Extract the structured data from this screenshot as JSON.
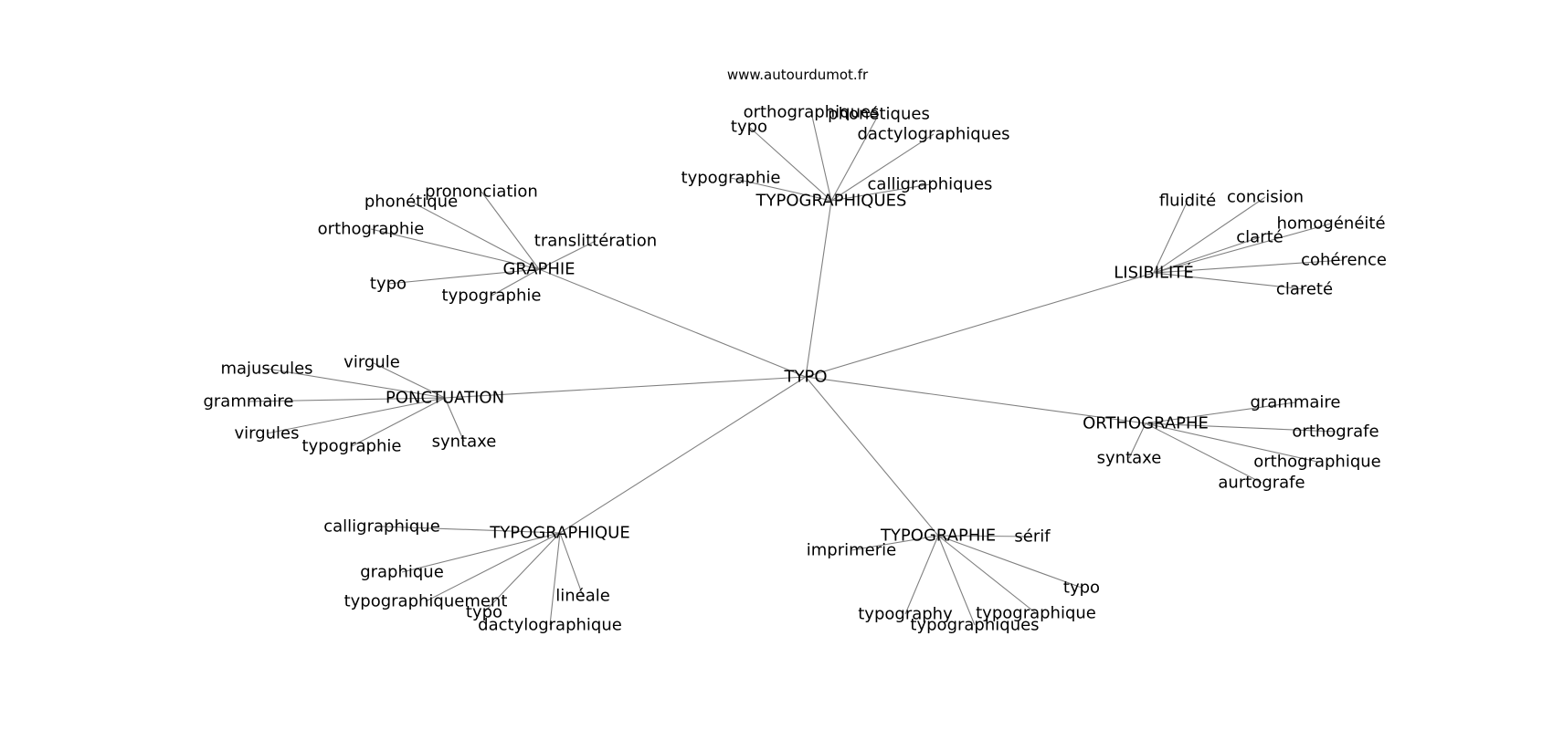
{
  "source": "www.autourdumot.fr",
  "root": {
    "label": "TYPO"
  },
  "groups": [
    {
      "label": "TYPOGRAPHIQUES",
      "children": [
        "orthographiques",
        "phonétiques",
        "typo",
        "dactylographiques",
        "typographie",
        "calligraphiques"
      ]
    },
    {
      "label": "GRAPHIE",
      "children": [
        "prononciation",
        "phonétique",
        "orthographie",
        "translittération",
        "typo",
        "typographie"
      ]
    },
    {
      "label": "LISIBILITÉ",
      "children": [
        "fluidité",
        "concision",
        "homogénéité",
        "clarté",
        "cohérence",
        "clareté"
      ]
    },
    {
      "label": "PONCTUATION",
      "children": [
        "virgule",
        "majuscules",
        "grammaire",
        "virgules",
        "typographie",
        "syntaxe"
      ]
    },
    {
      "label": "ORTHOGRAPHE",
      "children": [
        "grammaire",
        "orthografe",
        "syntaxe",
        "orthographique",
        "aurtografe"
      ]
    },
    {
      "label": "TYPOGRAPHIQUE",
      "children": [
        "calligraphique",
        "graphique",
        "typographiquement",
        "typo",
        "dactylographique",
        "linéale"
      ]
    },
    {
      "label": "TYPOGRAPHIE",
      "children": [
        "sérif",
        "imprimerie",
        "typo",
        "typography",
        "typographique",
        "typographiques"
      ]
    }
  ]
}
